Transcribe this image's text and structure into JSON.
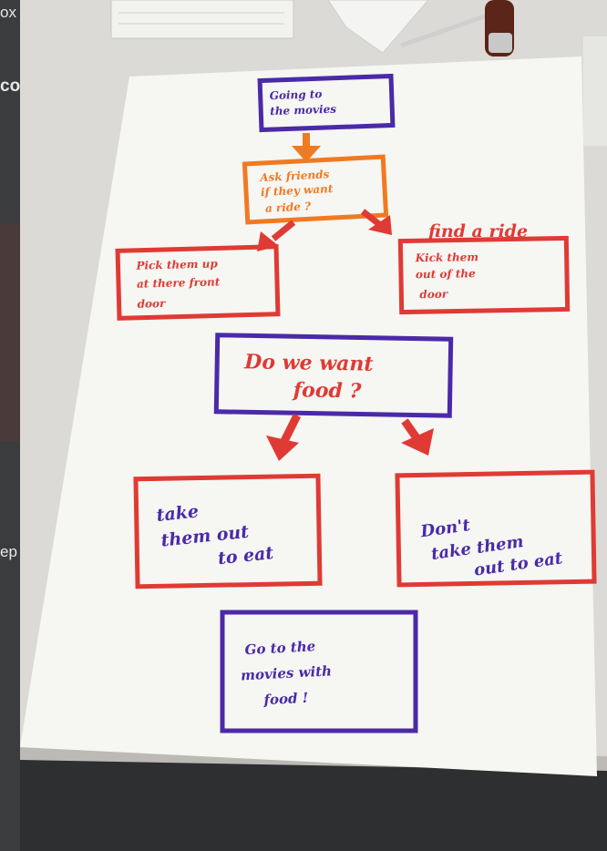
{
  "left_edge_text": [
    "ox",
    "co",
    "ep"
  ],
  "flowchart": {
    "start": [
      "Going to",
      "the movies"
    ],
    "ask": [
      "Ask friends",
      "if they want",
      "a ride ?"
    ],
    "pick_up": [
      "Pick them up",
      "at there front",
      "door"
    ],
    "kick_out": [
      "Kick them",
      "out of the",
      "door"
    ],
    "branch_note": "find a ride",
    "decision": [
      "Do we want",
      "food ?"
    ],
    "take_out": [
      "take",
      "them out",
      "to eat"
    ],
    "dont_take": [
      "Don't",
      "take them",
      "out to eat"
    ],
    "end": [
      "Go to the",
      "movies with",
      "food !"
    ]
  },
  "colors": {
    "purple": "#4a2aa8",
    "orange": "#f07a22",
    "red": "#e03a34",
    "paper": "#f6f6f3"
  }
}
